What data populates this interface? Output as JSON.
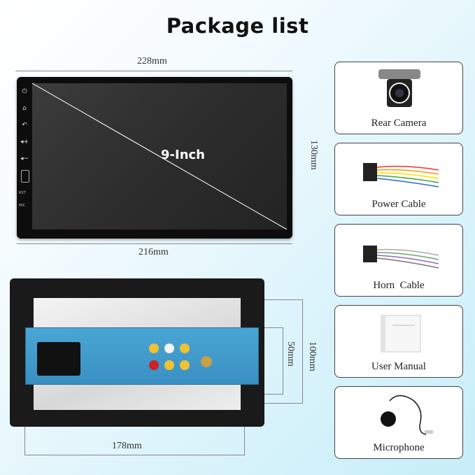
{
  "title": "Package list",
  "front": {
    "width_label": "228mm",
    "height_label": "130mm",
    "screen_width_label": "216mm",
    "screen_label": "9-Inch",
    "side_buttons": [
      "power-icon",
      "home-icon",
      "back-icon",
      "volume-up-icon",
      "volume-down-icon"
    ],
    "rst_label": "RST",
    "mic_label": "MIC"
  },
  "back": {
    "width_label": "178mm",
    "height_label": "100mm",
    "inner_height_label": "50mm"
  },
  "items": [
    {
      "label": "Rear Camera",
      "icon": "camera-icon"
    },
    {
      "label": "Power Cable",
      "icon": "cable-icon"
    },
    {
      "label": "Horn  Cable",
      "icon": "cable-icon"
    },
    {
      "label": "User Manual",
      "icon": "manual-icon"
    },
    {
      "label": "Microphone",
      "icon": "microphone-icon"
    }
  ],
  "colors": {
    "board": "#3a8fc2",
    "rca_yellow": "#f1c232",
    "rca_white": "#f4f4f4",
    "rca_red": "#cc2222"
  }
}
